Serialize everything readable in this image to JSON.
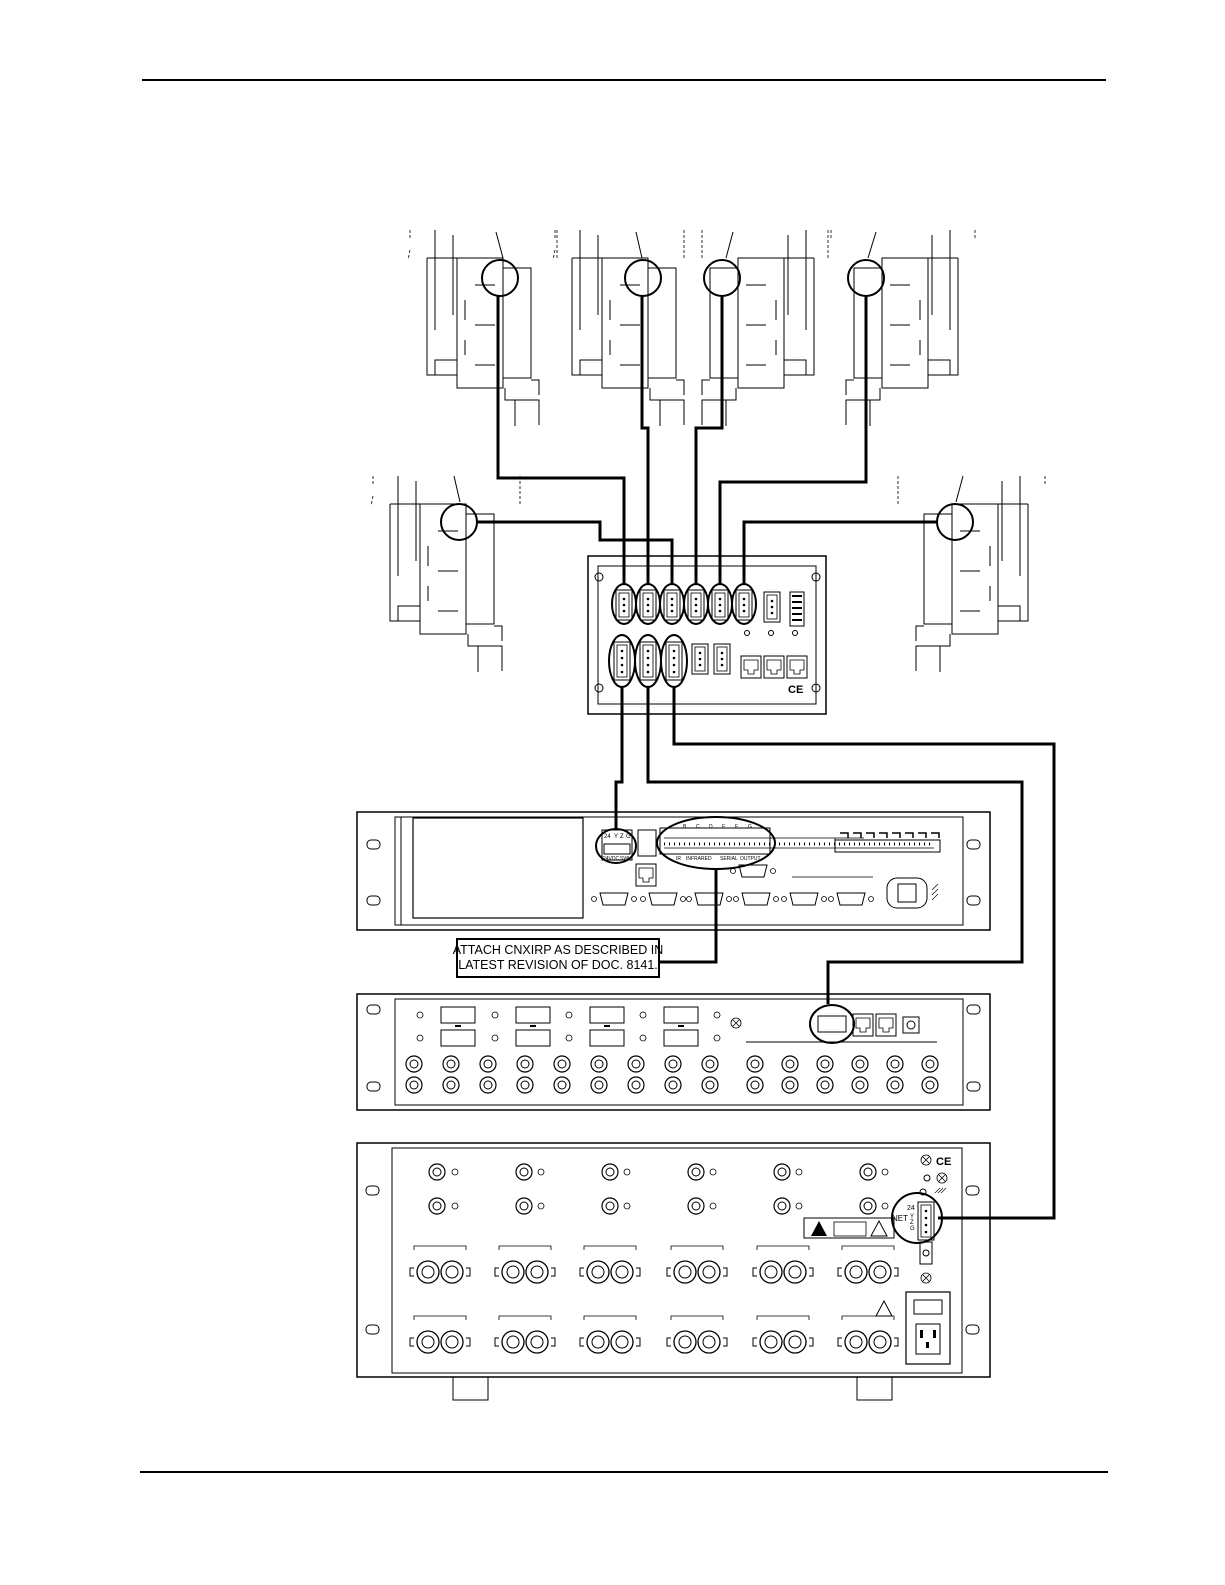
{
  "callout": {
    "line1": "ATTACH CNXIRP AS DESCRIBED IN",
    "line2": "LATEST REVISION OF DOC. 8141."
  },
  "labels": {
    "ce_mark": "CE",
    "net_label": "NET",
    "conn_24": "24",
    "conn_y": "Y",
    "conn_z": "Z",
    "conn_g": "G",
    "power_label": "24VDC",
    "sw_label": "SWI",
    "ir_label": "IR",
    "infrared_label": "INFRARED",
    "serial_label": "SERIAL",
    "output_label": "OUTPUT",
    "term_letters": [
      "B",
      "C",
      "D",
      "E",
      "F",
      "G"
    ]
  },
  "colors": {
    "line": "#000000",
    "background": "#ffffff"
  }
}
